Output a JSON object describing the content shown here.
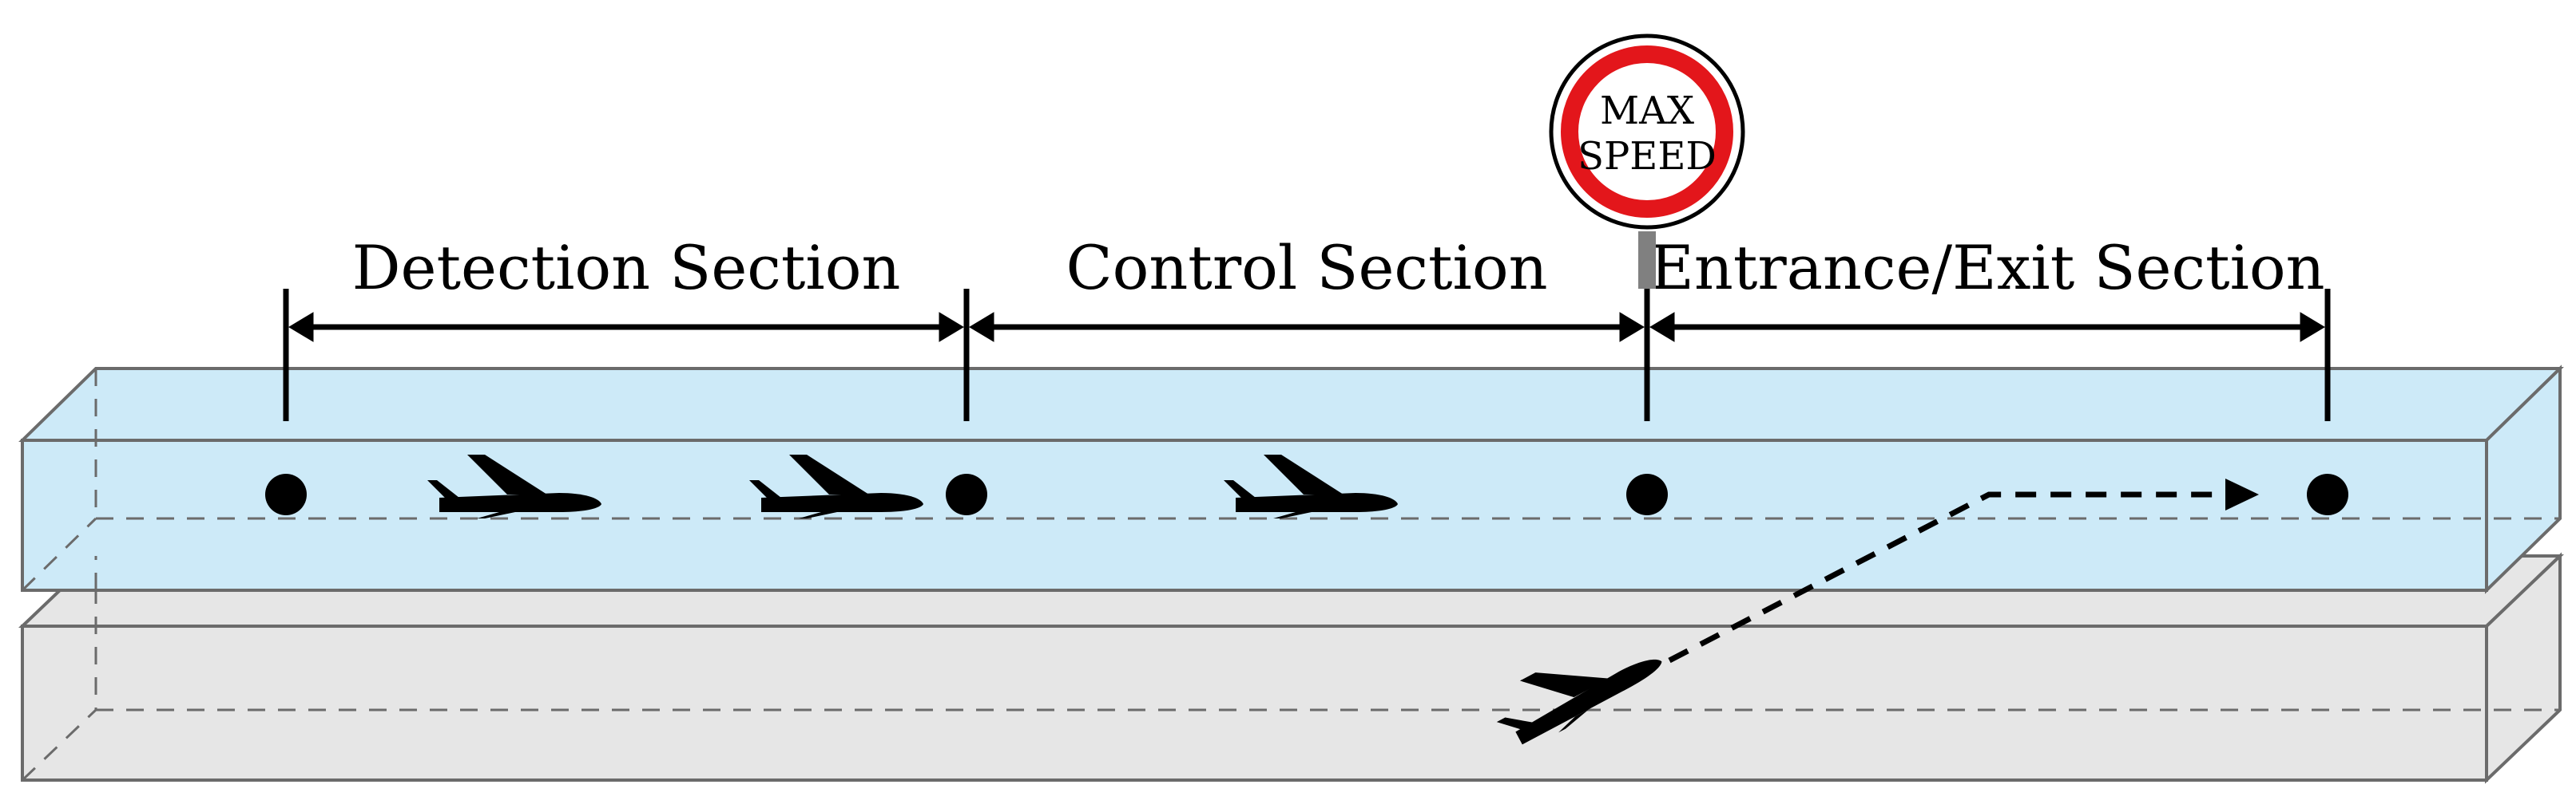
{
  "sections": [
    {
      "label": "Detection Section"
    },
    {
      "label": "Control Section"
    },
    {
      "label": "Entrance/Exit Section"
    }
  ],
  "sign": {
    "line1": "MAX",
    "line2": "SPEED"
  },
  "colors": {
    "upper_lane_fill": "#cdeaf8",
    "lower_lane_fill": "#e6e6e6",
    "box_edge": "#6b6b6b",
    "sign_ring": "#e3161b",
    "sign_pole": "#808080",
    "ink": "#000000"
  },
  "icons": {
    "aircraft": "airplane-icon",
    "waypoint": "waypoint-dot"
  }
}
